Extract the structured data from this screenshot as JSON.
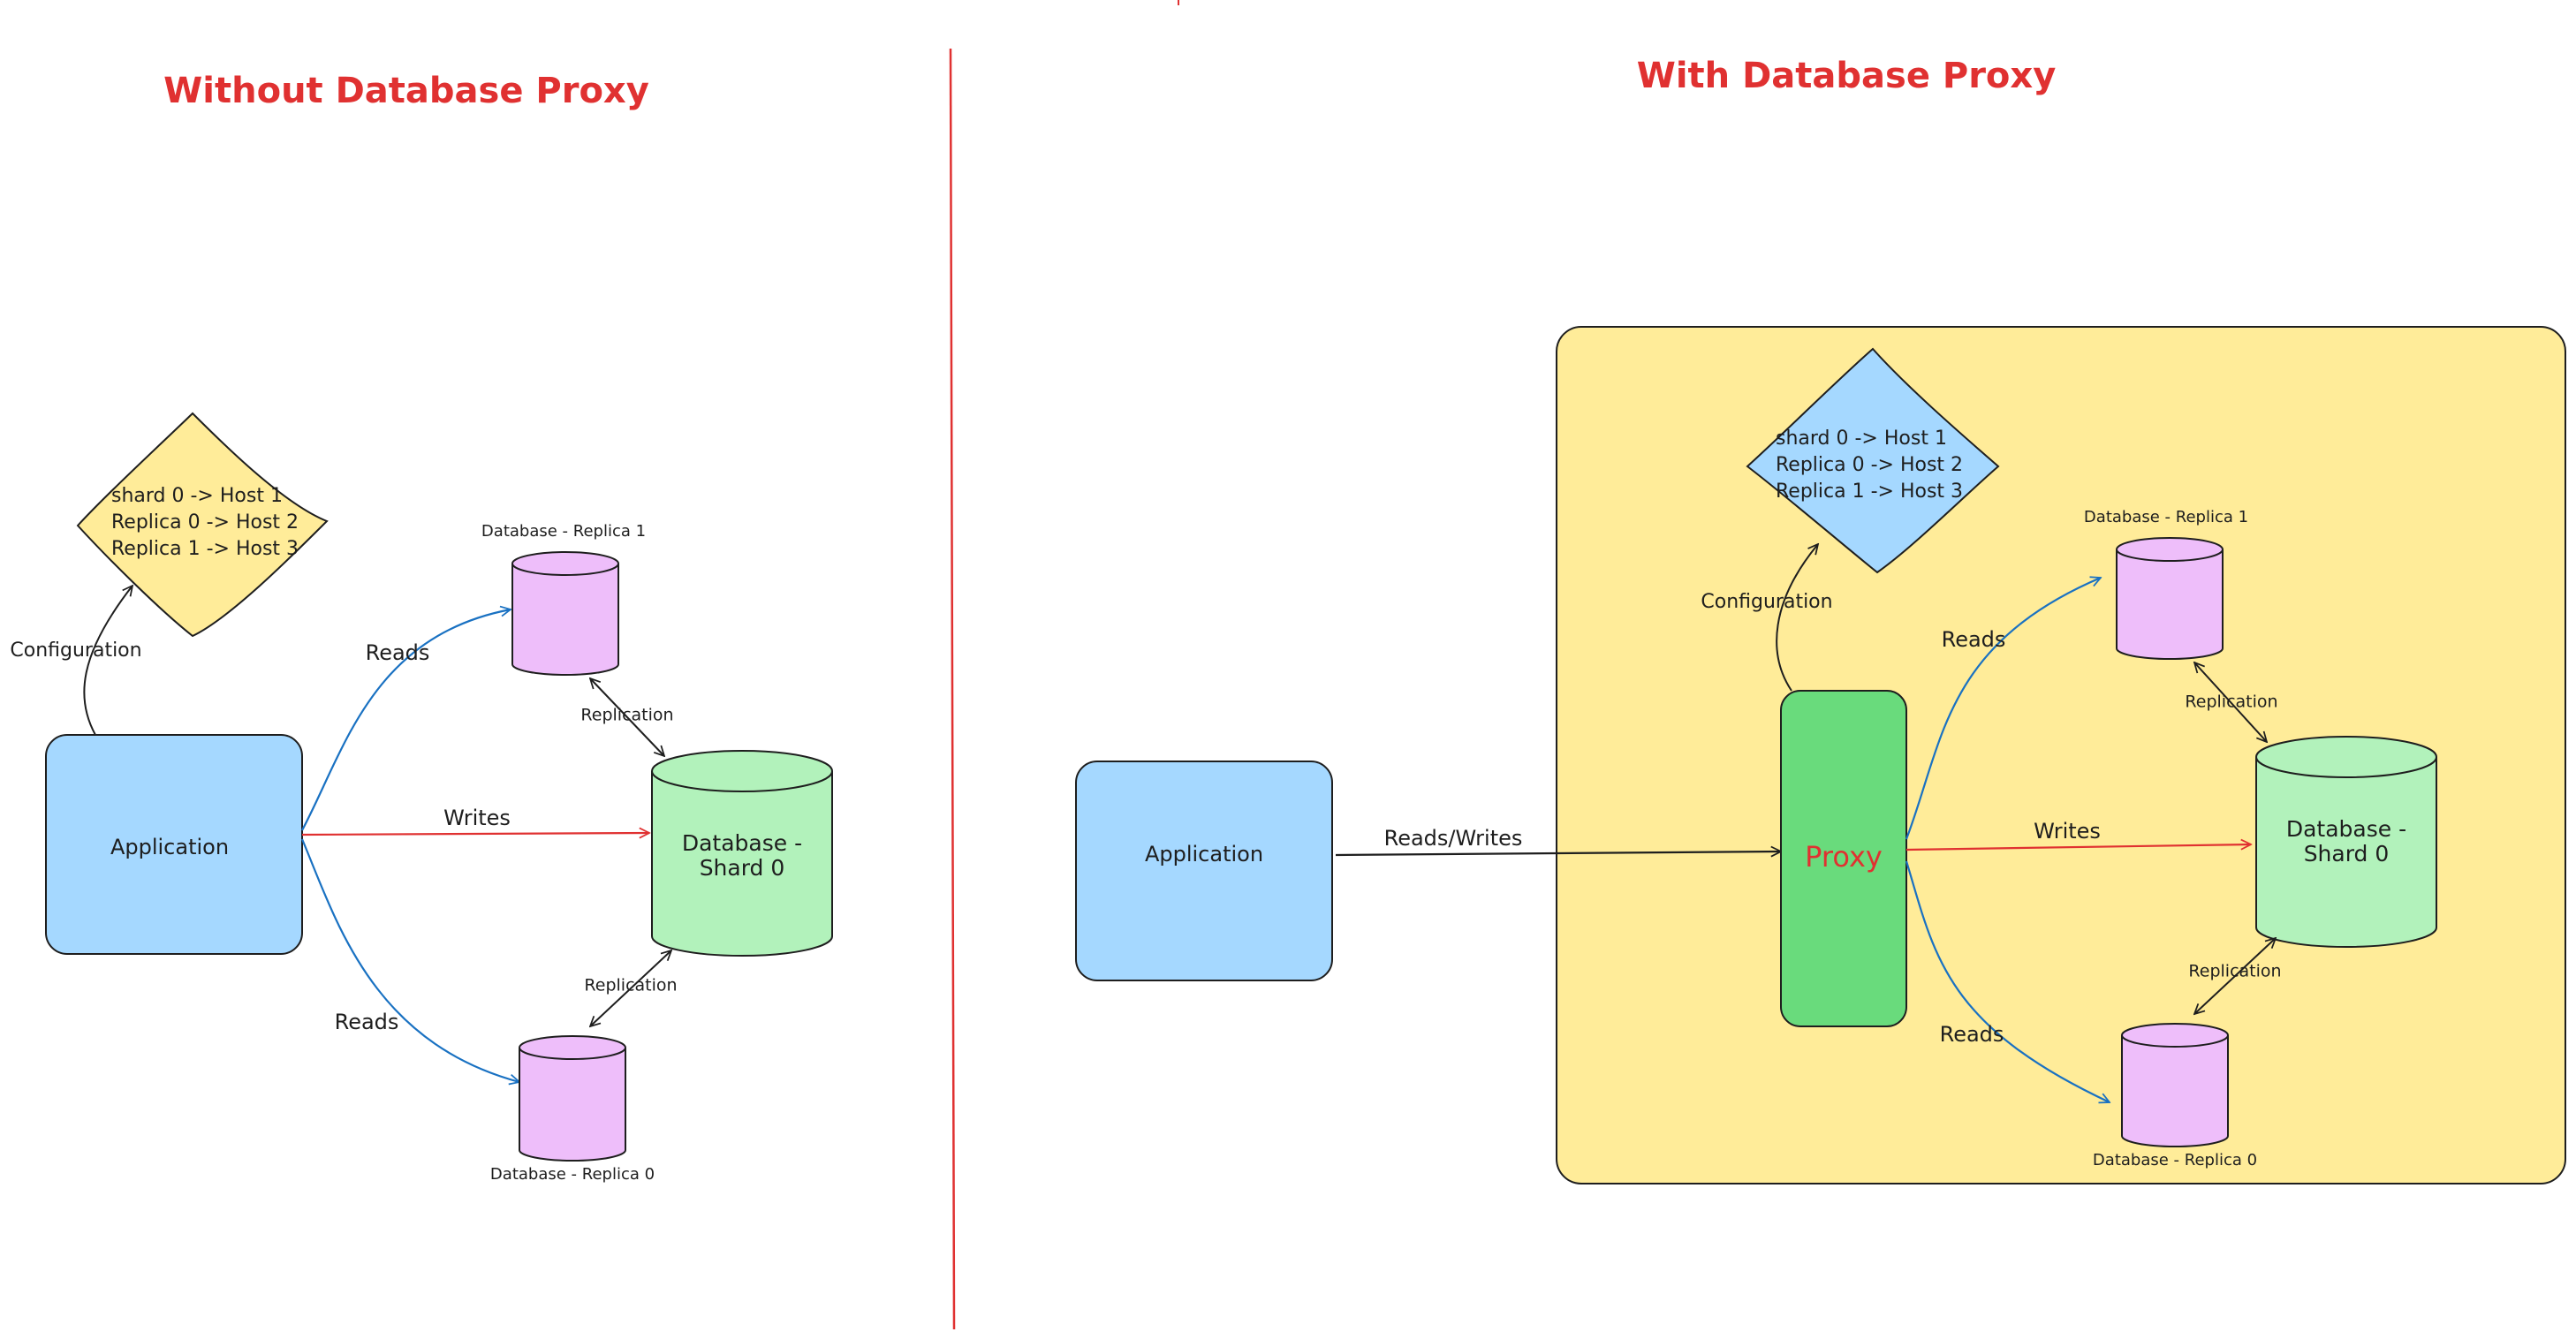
{
  "colors": {
    "accent_red": "#e03131",
    "app_blue": "#a5d8ff",
    "config_yellow": "#ffec99",
    "replica_purple": "#eebefa",
    "shard_green": "#b2f2bb",
    "proxy_green": "#69db7c",
    "read_arrow": "#1971c2",
    "stroke": "#1e1e1e"
  },
  "left": {
    "title": "Without Database Proxy",
    "config_lines": [
      "shard 0 -> Host 1",
      "Replica 0 -> Host 2",
      "Replica 1 -> Host 3"
    ],
    "config_label": "Configuration",
    "application": "Application",
    "reads_top": "Reads",
    "writes": "Writes",
    "reads_bottom": "Reads",
    "replica1_caption": "Database - Replica 1",
    "replica0_caption": "Database - Replica 0",
    "replication_top": "Replication",
    "replication_bottom": "Replication",
    "shard_line1": "Database -",
    "shard_line2": "Shard 0"
  },
  "right": {
    "title": "With Database Proxy",
    "config_lines": [
      "shard 0 -> Host 1",
      "Replica 0 -> Host 2",
      "Replica 1 -> Host 3"
    ],
    "config_label": "Configuration",
    "application": "Application",
    "reads_writes": "Reads/Writes",
    "proxy": "Proxy",
    "reads_top": "Reads",
    "writes": "Writes",
    "reads_bottom": "Reads",
    "replica1_caption": "Database - Replica 1",
    "replica0_caption": "Database - Replica 0",
    "replication_top": "Replication",
    "replication_bottom": "Replication",
    "shard_line1": "Database -",
    "shard_line2": "Shard 0"
  }
}
